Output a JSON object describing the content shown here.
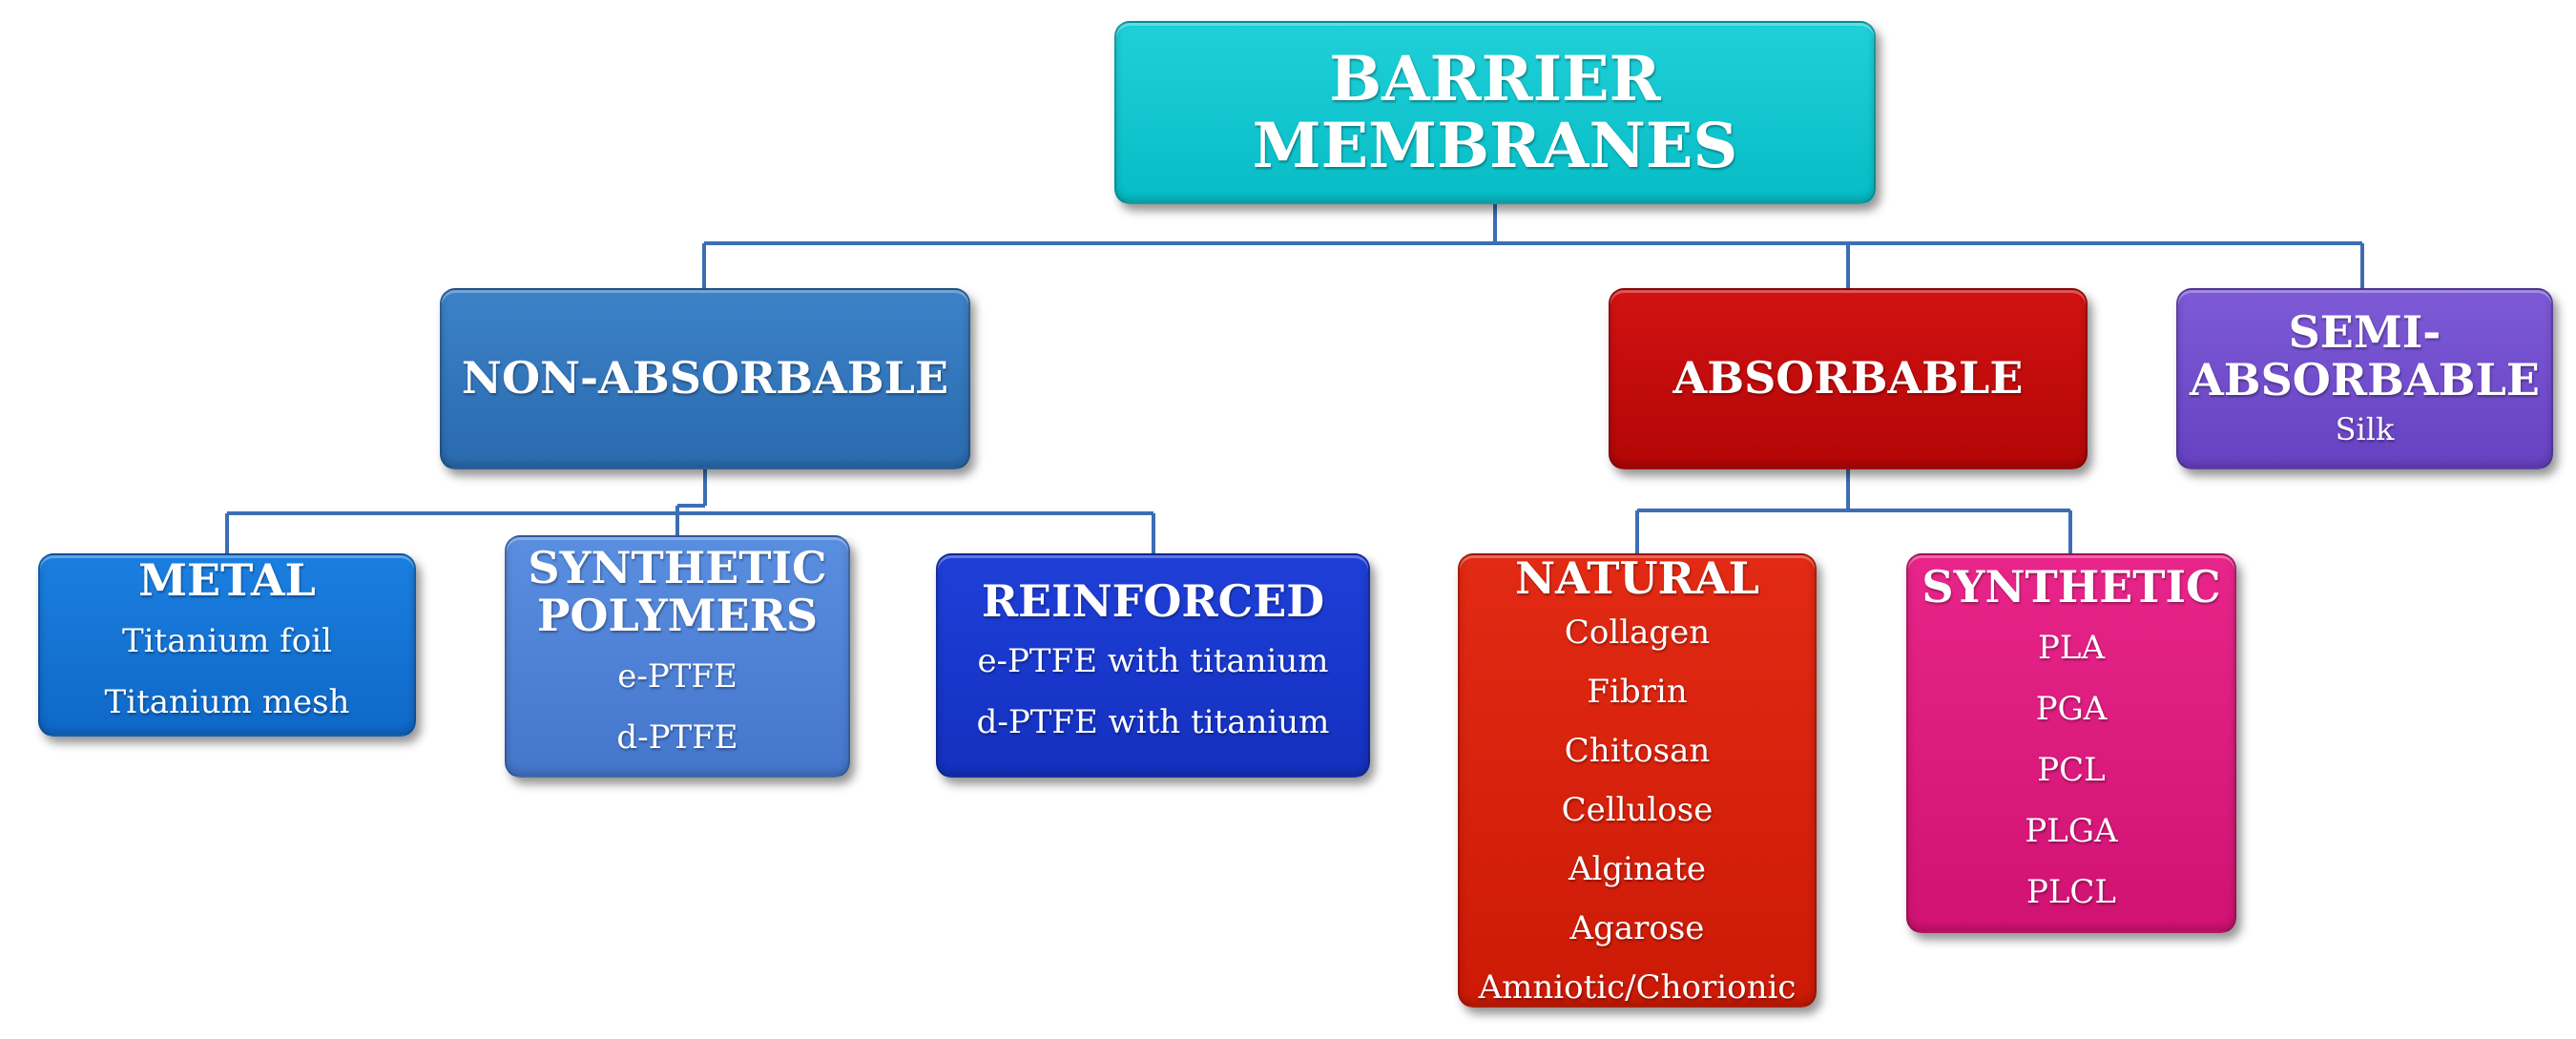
{
  "diagram": {
    "root": {
      "title_line1": "BARRIER",
      "title_line2": "MEMBRANES"
    },
    "non_absorbable": {
      "title": "NON-ABSORBABLE"
    },
    "absorbable": {
      "title": "ABSORBABLE"
    },
    "semi_absorbable": {
      "title_line1": "SEMI-",
      "title_line2": "ABSORBABLE",
      "items": [
        "Silk"
      ]
    },
    "metal": {
      "title": "METAL",
      "items": [
        "Titanium foil",
        "Titanium mesh"
      ]
    },
    "synthetic_polymers": {
      "title_line1": "SYNTHETIC",
      "title_line2": "POLYMERS",
      "items": [
        "e-PTFE",
        "d-PTFE"
      ]
    },
    "reinforced": {
      "title": "REINFORCED",
      "items": [
        "e-PTFE with titanium",
        "d-PTFE with titanium"
      ]
    },
    "natural": {
      "title": "NATURAL",
      "items": [
        "Collagen",
        "Fibrin",
        "Chitosan",
        "Cellulose",
        "Alginate",
        "Agarose",
        "Amniotic/Chorionic"
      ]
    },
    "synthetic": {
      "title": "SYNTHETIC",
      "items": [
        "PLA",
        "PGA",
        "PCL",
        "PLGA",
        "PLCL"
      ]
    },
    "colors": {
      "connector": "#3c6eb4",
      "root": "#07bcc6",
      "non_absorbable": "#2a6aae",
      "absorbable": "#b30606",
      "semi_absorbable": "#6642c2",
      "metal": "#0f68c8",
      "synthetic_polymers": "#4476cc",
      "reinforced": "#1330bf",
      "natural": "#cc1a06",
      "synthetic": "#d01272"
    }
  }
}
